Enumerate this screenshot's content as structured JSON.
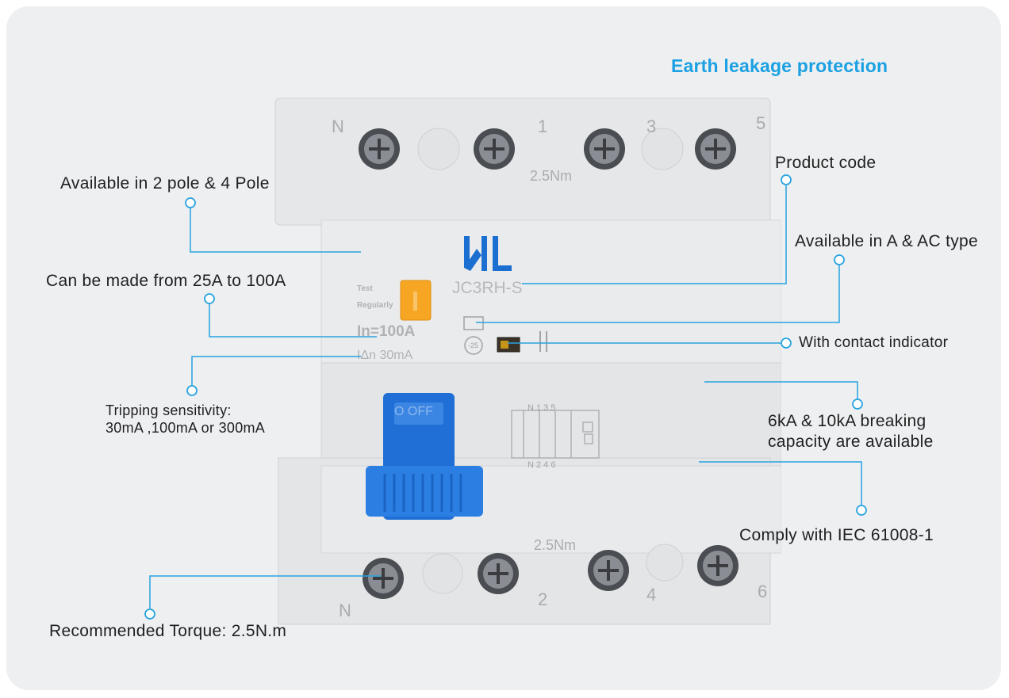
{
  "header": {
    "title": "Earth leakage protection"
  },
  "callouts": {
    "poles": "Available in 2 pole & 4 Pole",
    "current": "Can be made from  25A to 100A",
    "sensitivity_line1": "Tripping sensitivity:",
    "sensitivity_line2": "30mA ,100mA or 300mA",
    "torque": "Recommended  Torque: 2.5N.m",
    "product_code": "Product code",
    "type": "Available in A & AC type",
    "indicator": "With contact indicator",
    "breaking_line1": "6kA & 10kA  breaking",
    "breaking_line2": "capacity are available",
    "standard": "Comply with IEC 61008-1"
  },
  "device": {
    "model": "JC3RH-S",
    "rating": "In=100A",
    "sensitivity": "IΔn 30mA",
    "torque_top": "2.5Nm",
    "torque_bottom": "2.5Nm",
    "test_label_1": "Test",
    "test_label_2": "Regularly",
    "switch_label": "O OFF",
    "top_terminals": [
      "N",
      "1",
      "3",
      "5"
    ],
    "bottom_terminals": [
      "N",
      "2",
      "4",
      "6"
    ],
    "diagram_top": "N 1 3 5",
    "diagram_bottom": "N 2 4 6",
    "temp_mark": "-25"
  },
  "colors": {
    "accent": "#1ba1e2",
    "body": "#e8e9eb",
    "handle": "#1f6fd6",
    "test_button": "#f7a623"
  }
}
